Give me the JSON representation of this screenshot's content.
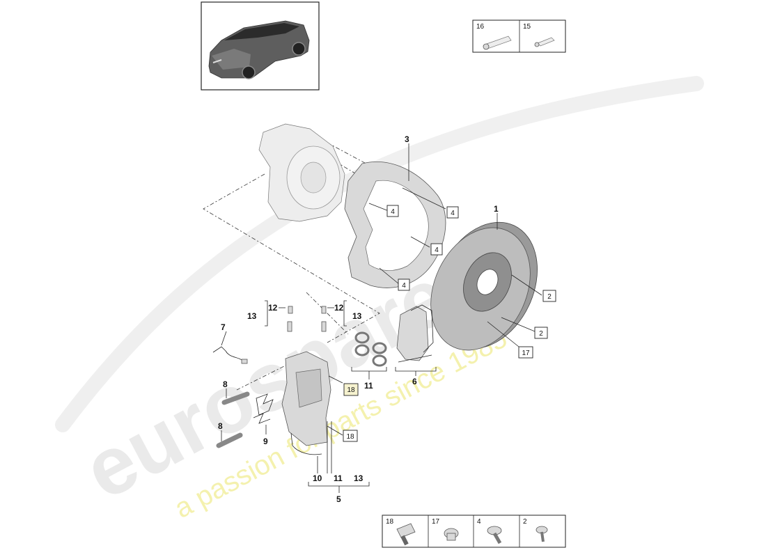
{
  "watermark": {
    "brand": "eurospares",
    "tagline": "a passion for parts since 1985"
  },
  "callouts": {
    "n1": "1",
    "n3": "3",
    "n5": "5",
    "n6": "6",
    "n7": "7",
    "n8a": "8",
    "n8b": "8",
    "n9": "9",
    "n10": "10",
    "n11a": "11",
    "n11b": "11",
    "n12a": "12",
    "n12b": "12",
    "n13a": "13",
    "n13b": "13",
    "n13c": "13"
  },
  "boxed_callouts": {
    "b4a": "4",
    "b4b": "4",
    "b4c": "4",
    "b4d": "4",
    "b2a": "2",
    "b2b": "2",
    "b17": "17",
    "b18a": "18",
    "b18b": "18"
  },
  "legend_top": [
    "16",
    "15"
  ],
  "legend_bottom": [
    "18",
    "17",
    "4",
    "2"
  ]
}
